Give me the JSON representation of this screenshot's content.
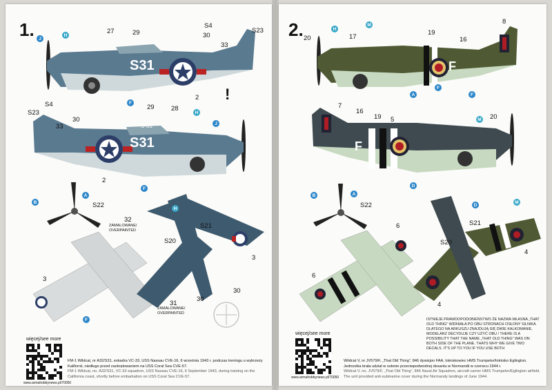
{
  "left_page": {
    "number": "1.",
    "callouts": {
      "c27": "27",
      "c29": "29",
      "cS4a": "S4",
      "c30a": "30",
      "cS23a": "S23",
      "c33a": "33",
      "c2a": "2",
      "excl": "!",
      "cS4b": "S4",
      "cS23b": "S23",
      "c30b": "30",
      "c33b": "33",
      "c29b": "29",
      "c28": "28",
      "c2b": "2",
      "cS22": "S22",
      "c32": "32",
      "overpainted_top": "ZAMALOWANE/\nOVERPAINTED",
      "cS21": "S21",
      "cS20": "S20",
      "c3a": "3",
      "c3b": "3",
      "c31": "31",
      "overpainted_bottom": "ZAMALOWANE/\nOVERPAINTED",
      "c30c": "30",
      "c30d": "30"
    },
    "aircraft_code_top": "S31",
    "aircraft_code_bottom": "S31",
    "aircraft_code_small": "S-31",
    "qr_label": "więcej/see more",
    "qr_url": "www.armahobbynews.pl/70050",
    "caption_pl": "FM-1 Wildcat, nr A32/S31, eskadra VC-33, USS Nassau CVE-16, 6 września 1943 r. podczas treningu u wybrzeży Kalifornii, niedługo przed zaokrętowaniem na USS Coral Sea CVE-57.",
    "caption_en": "FM-1 Wildcat, no. A32/S31, VC-33 squadron, USS Nassau CVE-16, 6 September 1943, during training on the California coast, shortly before embarkation on USS Coral Sea CVE-57."
  },
  "right_page": {
    "number": "2.",
    "callouts": {
      "c20": "20",
      "c17": "17",
      "c19": "19",
      "c16": "16",
      "c8": "8",
      "c7": "7",
      "c16b": "16",
      "c19b": "19",
      "c5": "5",
      "c20b": "20",
      "cS22": "S22",
      "c6a": "6",
      "cS21": "S21",
      "cS20": "S20",
      "c6b": "6",
      "c4a": "4",
      "c4b": "4"
    },
    "aircraft_code": "F",
    "note": "ISTNIEJE PRAWDOPODOBIEŃSTWO ŻE NAZWA WŁASNA „THAT OLD THING” WIDNIAŁA PO OBU STRONACH OSŁONY SILNIKA DLATEGO NA ARKUSZU ZNAJDUJĄ SIĘ DWIE KALKOMANIE. MODELARZ DECYDUJE CZY UŻYĆ OBU / THERE IS A POSSIBILITY THAT THE NAME „THAT OLD THING” WAS ON BOTH SIDE OF THE PLANE. THATS WHY WE GIVE TWO DECALS. IT'S UP TO YOU IF YOU USE BOTH",
    "qr_label": "więcej/see more",
    "qr_url": "www.armahobbynews.pl/70050",
    "caption_pl": "Wildcat V, nr JV579/F, „That Old Thing”, 846 dywizjon FAA, lotniskowiec HMS Trumpeter/lotnisko Eglington. Jednostka brała udział w osłonie przeciwpodwodnej desantu w Normandii w czerwcu 1944 r.",
    "caption_en": "Wildcat V, no. JV579/F, „That Old Thing”, 846 Naval Air Squadron, aircraft carrier HMS Trumpeter/Eglington airfield. The unit provided anti-submarine cover during the Normandy landings of June 1944."
  },
  "badge_colors": {
    "blue": "#2b86c9",
    "teal": "#3aa8c9"
  },
  "paint_colors": {
    "navy_blue": "#4d6f86",
    "light_gray": "#cfd9dc",
    "olive": "#4f5a34",
    "slate": "#3e4a4f",
    "sky": "#c7d9c0"
  }
}
